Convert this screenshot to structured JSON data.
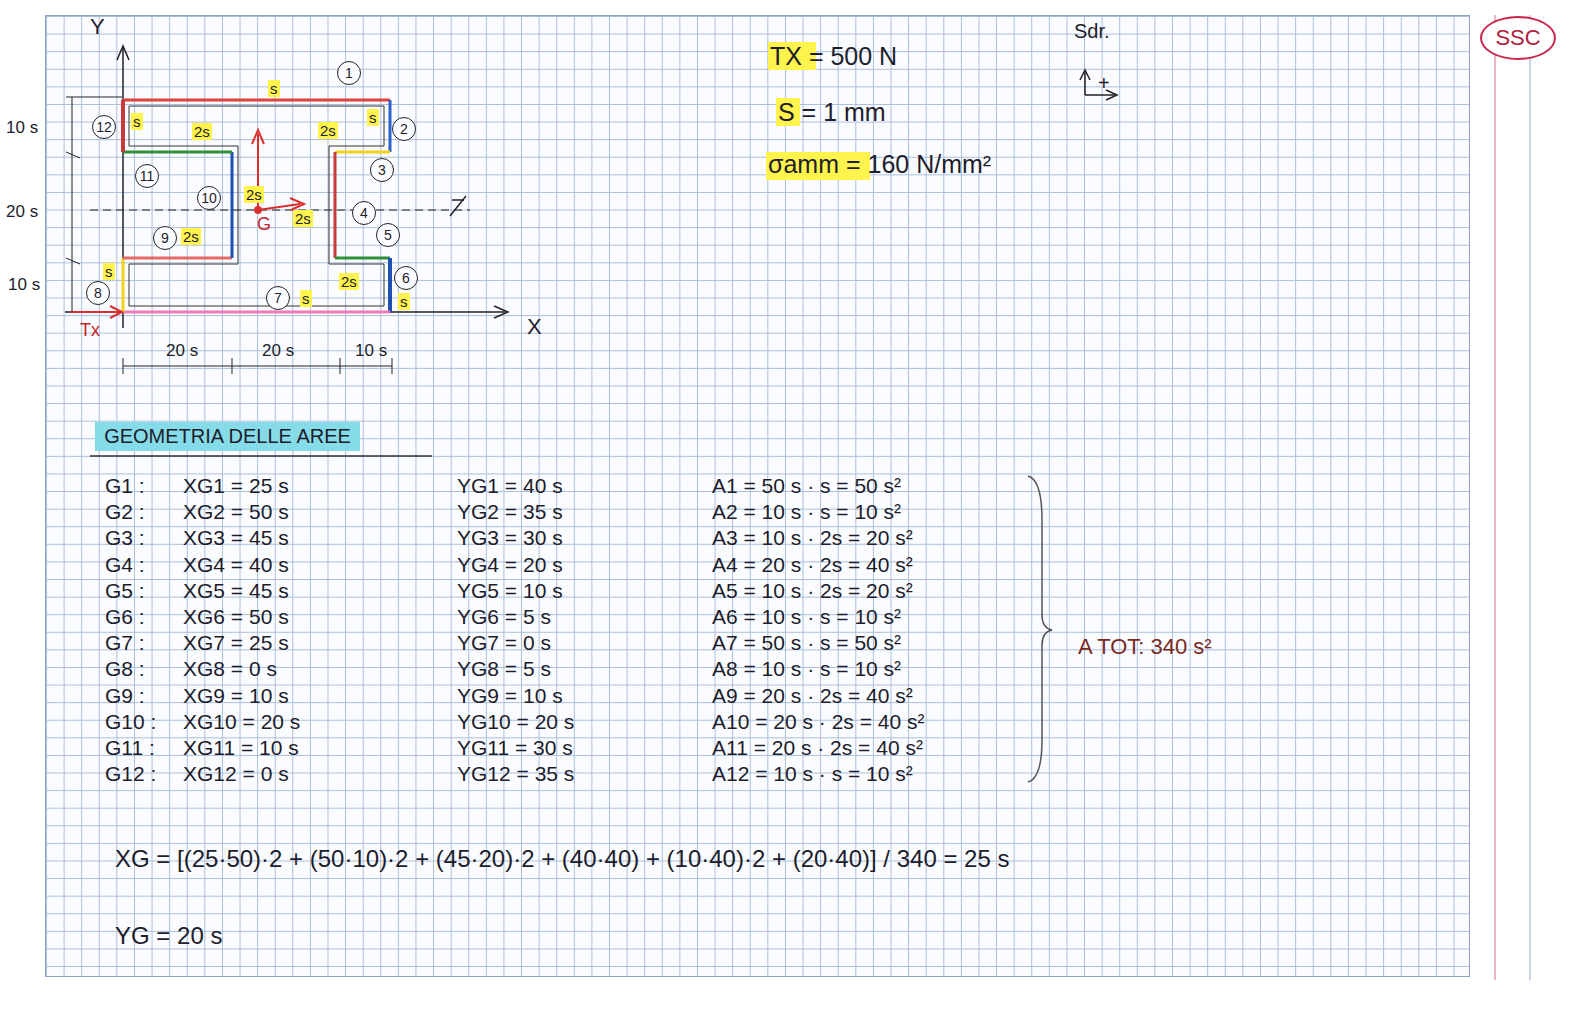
{
  "diagram": {
    "nodes": [
      {
        "text": [
          "1"
        ]
      },
      {
        "text": [
          "2"
        ]
      },
      {
        "text": [
          "3"
        ]
      },
      {
        "text": [
          "4"
        ]
      },
      {
        "text": [
          "5"
        ]
      },
      {
        "text": [
          "6"
        ]
      },
      {
        "text": [
          "7"
        ]
      },
      {
        "text": [
          "8"
        ]
      },
      {
        "text": [
          "9"
        ]
      },
      {
        "text": [
          "10"
        ]
      },
      {
        "text": [
          "11"
        ]
      },
      {
        "text": [
          "12"
        ]
      },
      {
        "text": [
          "SSC"
        ]
      },
      {
        "text": [
          "GEOMETRIA DELLE AREE"
        ]
      }
    ],
    "edges": [],
    "labels": [
      "Y",
      "X",
      "10 s",
      "20 s",
      "10 s",
      "20 s",
      "20 s",
      "10 s",
      "Tx",
      "G",
      "s",
      "s",
      "2s",
      "2s",
      "s",
      "2s",
      "2s",
      "2s",
      "s",
      "s",
      "2s",
      "s",
      "Sdr.",
      "+",
      "TX = 500 N",
      "S = 1 mm",
      "σamm = 160 N/mm²",
      "G1 :",
      "XG1 = 25 s",
      "YG1 = 40 s",
      "A1 = 50 s · s = 50 s²",
      "G2 :",
      "XG2 = 50 s",
      "YG2 = 35 s",
      "A2 = 10 s · s = 10 s²",
      "G3 :",
      "XG3 = 45 s",
      "YG3 = 30 s",
      "A3 = 10 s · 2s = 20 s²",
      "G4 :",
      "XG4 = 40 s",
      "YG4 = 20 s",
      "A4 = 20 s · 2s = 40 s²",
      "G5 :",
      "XG5 = 45 s",
      "YG5 = 10 s",
      "A5 = 10 s · 2s = 20 s²",
      "G6 :",
      "XG6 = 50 s",
      "YG6 = 5 s",
      "A6 = 10 s · s = 10 s²",
      "G7 :",
      "XG7 = 25 s",
      "YG7 = 0 s",
      "A7 = 50 s · s = 50 s²",
      "G8 :",
      "XG8 = 0 s",
      "YG8 = 5 s",
      "A8 = 10 s · s = 10 s²",
      "G9 :",
      "XG9 = 10 s",
      "YG9 = 10 s",
      "A9 = 20 s · 2s = 40 s²",
      "G10 :",
      "XG10 = 20 s",
      "YG10 = 20 s",
      "A10 = 20 s · 2s = 40 s²",
      "G11 :",
      "XG11 = 10 s",
      "YG11 = 30 s",
      "A11 = 20 s · 2s = 40 s²",
      "G12 :",
      "XG12 = 0 s",
      "YG12 = 35 s",
      "A12 = 10 s · s = 10 s²",
      "A TOT: 340 s²",
      "XG = [(25·50)·2 + (50·10)·2 + (45·20)·2 + (40·40) + (10·40)·2 + (20·40)] / 340 = 25 s",
      "YG = 20 s"
    ]
  }
}
